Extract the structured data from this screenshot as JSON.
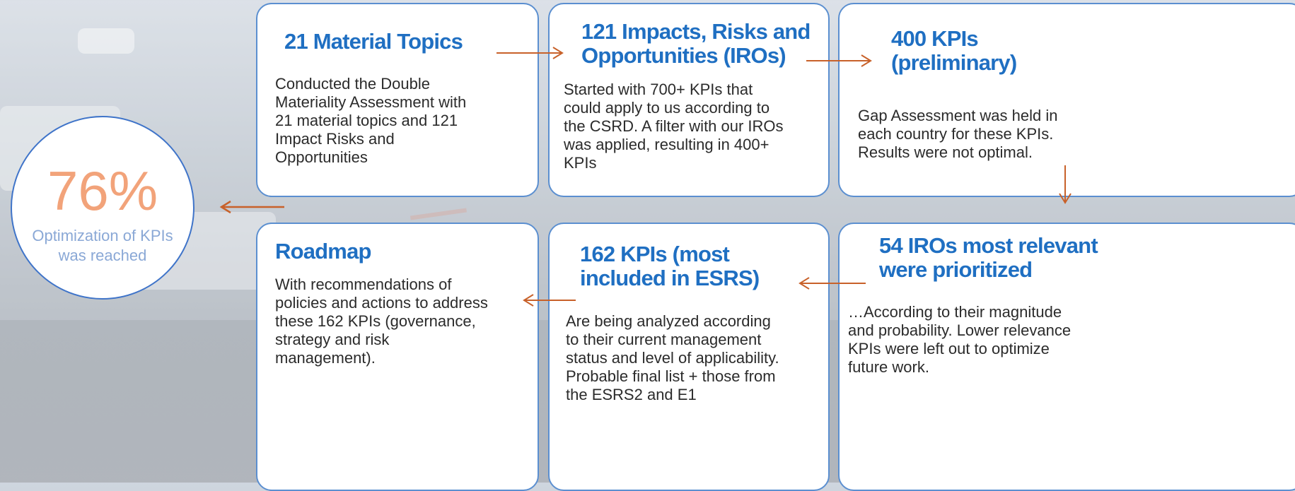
{
  "steps": [
    {
      "title_lines": [
        "21 Material Topics"
      ],
      "body_lines": [
        "Conducted the Double",
        "Materiality Assessment with",
        "21 material topics and 121",
        "Impact Risks and",
        "Opportunities"
      ]
    },
    {
      "title_lines": [
        "121 Impacts, Risks and",
        "Opportunities (IROs)"
      ],
      "body_lines": [
        "Started with 700+ KPIs that",
        "could apply to us according to",
        "the CSRD. A filter with our IROs",
        "was applied, resulting in 400+",
        "KPIs"
      ]
    },
    {
      "title_lines": [
        "400 KPIs",
        "(preliminary)"
      ],
      "body_lines": [
        "Gap Assessment was held in",
        "each country for these KPIs.",
        "Results were not optimal."
      ]
    },
    {
      "title_lines": [
        "54 IROs most relevant",
        "were prioritized"
      ],
      "body_lines": [
        "…According to their magnitude",
        "and probability. Lower relevance",
        "KPIs were left out to optimize",
        "future work."
      ]
    },
    {
      "title_lines": [
        "162 KPIs  (most",
        "included in ESRS)"
      ],
      "body_lines": [
        "Are being analyzed according",
        "to their current management",
        "status and level of applicability.",
        "Probable final list + those from",
        "the ESRS2 and E1"
      ]
    },
    {
      "title_lines": [
        "Roadmap"
      ],
      "body_lines": [
        "With recommendations of",
        "policies and actions to address",
        "these 162 KPIs (governance,",
        "strategy and risk",
        "management)."
      ]
    }
  ],
  "result": {
    "value": "76%",
    "caption_lines": [
      "Optimization of KPIs",
      "was reached"
    ]
  },
  "colors": {
    "card_border": "#5b8fd0",
    "title": "#1f6fc2",
    "arrow": "#c8612a",
    "result_value": "#f2a37a",
    "result_caption": "#8aa8d6"
  }
}
